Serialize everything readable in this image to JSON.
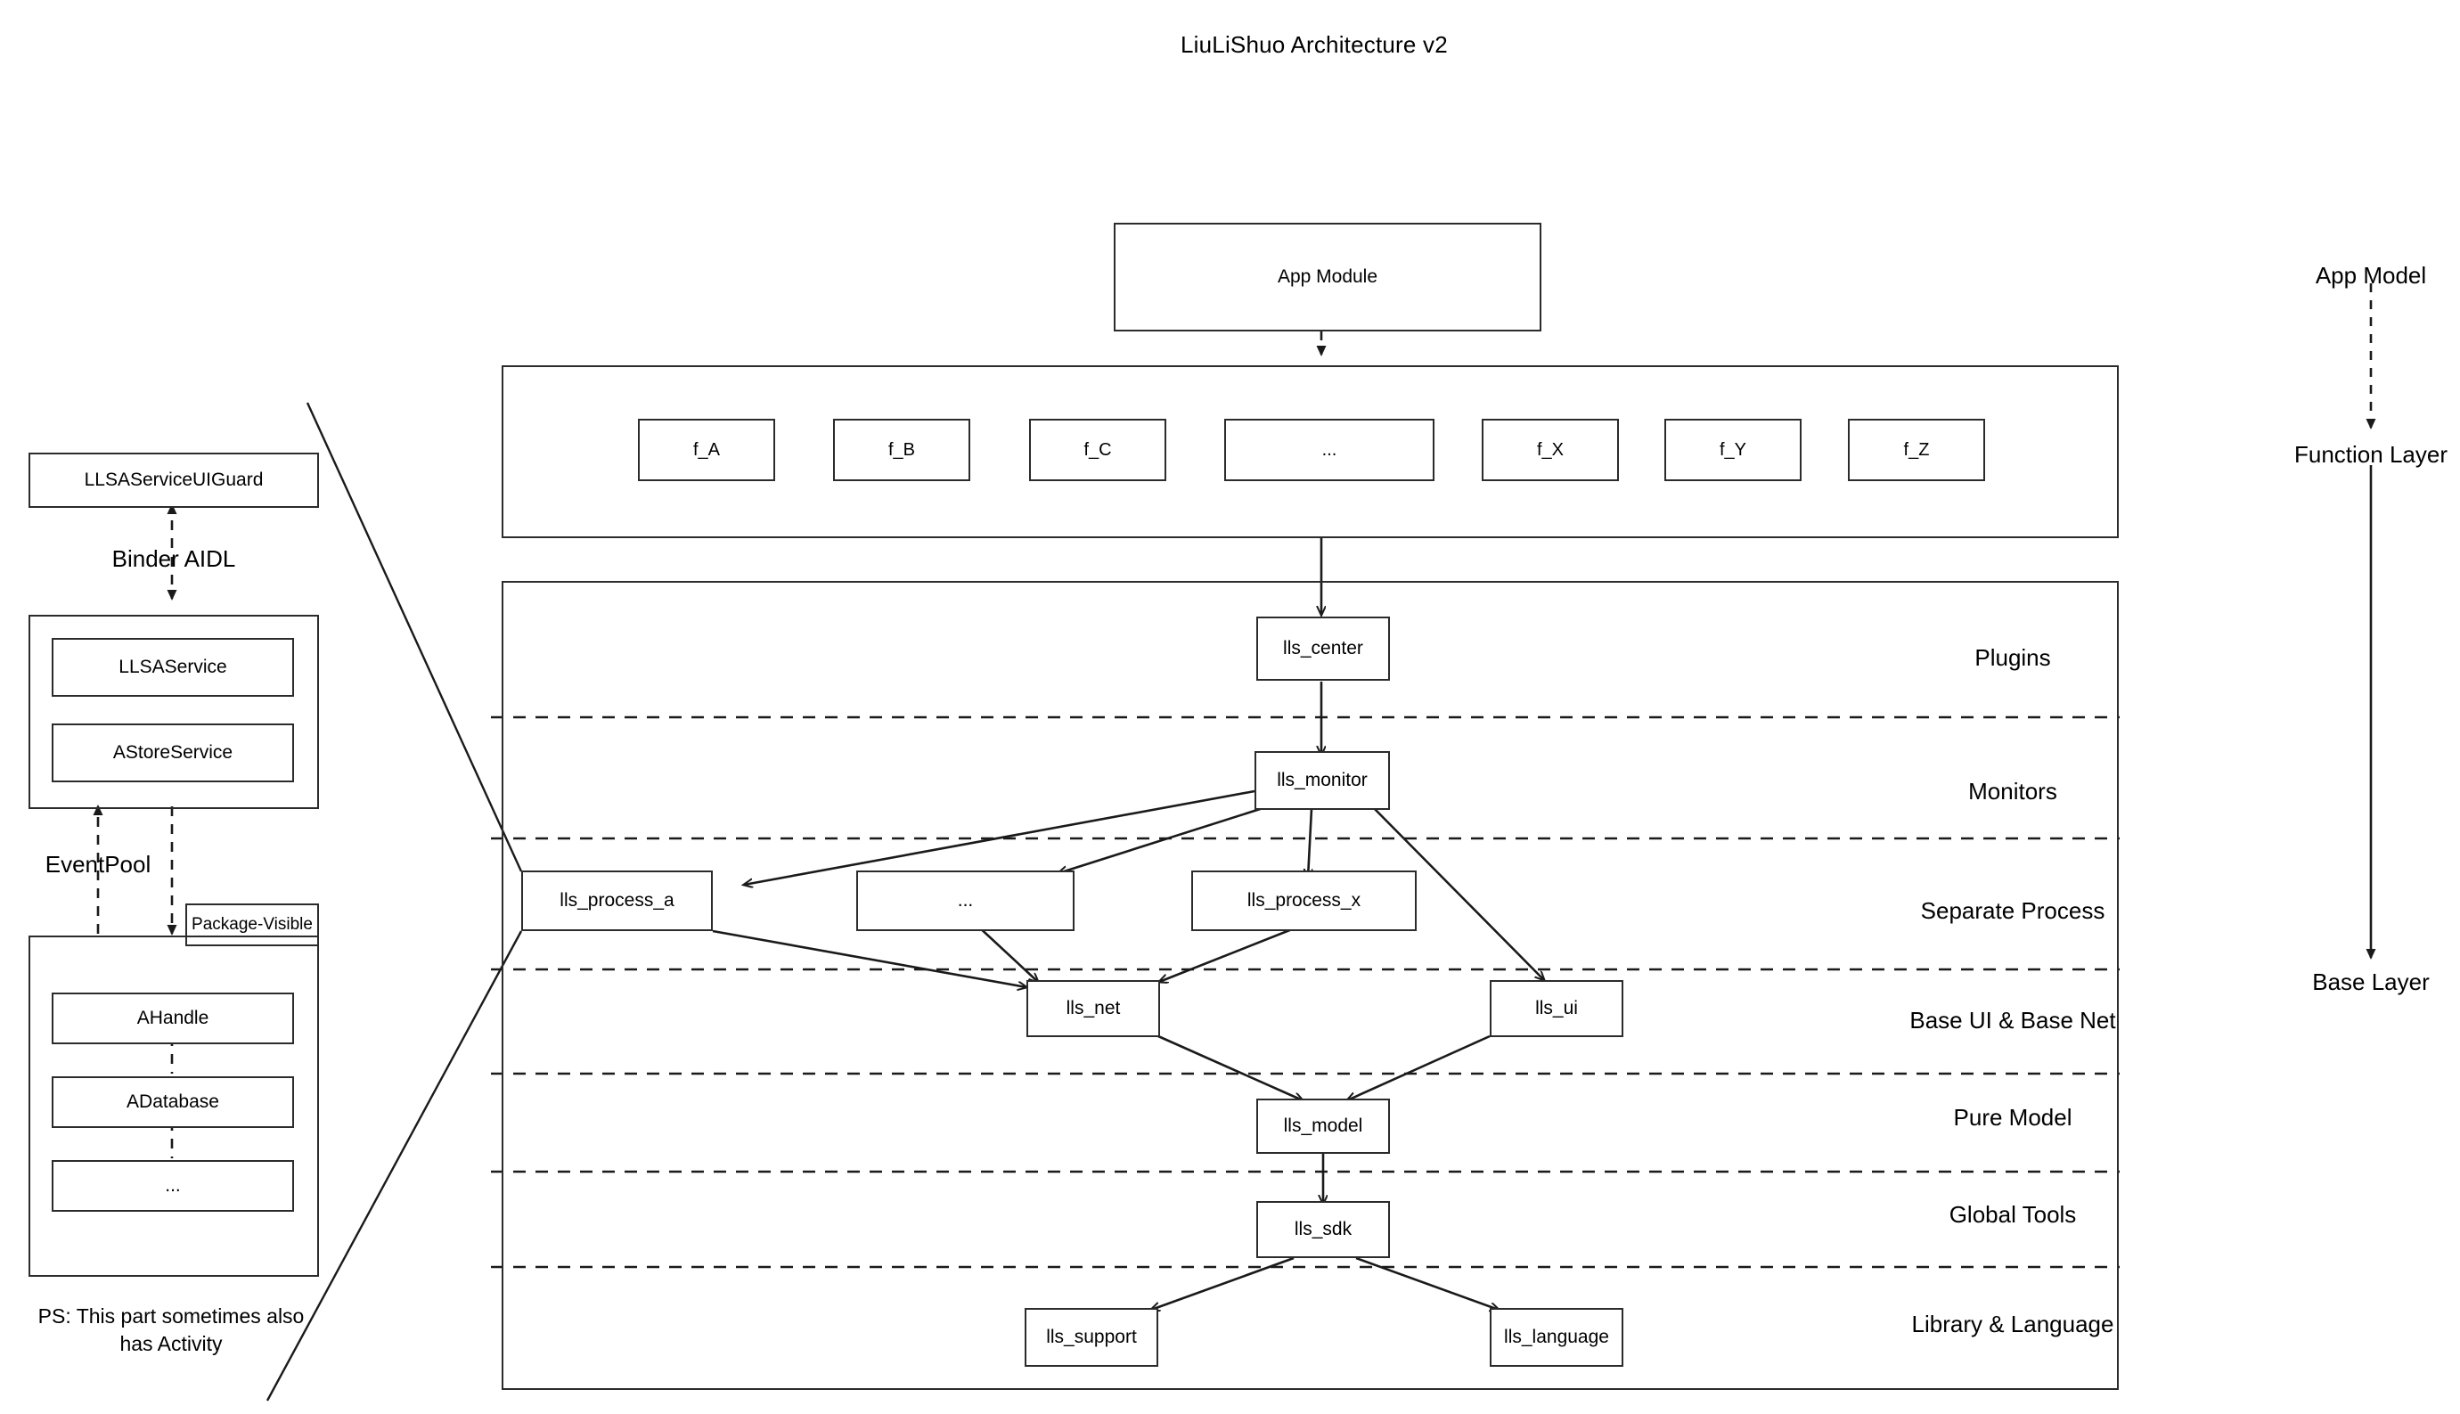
{
  "title": "LiuLiShuo Architecture v2",
  "app_module": {
    "label": "App Module"
  },
  "function_layer": {
    "boxes": [
      {
        "label": "f_A"
      },
      {
        "label": "f_B"
      },
      {
        "label": "f_C"
      },
      {
        "label": "..."
      },
      {
        "label": "f_X"
      },
      {
        "label": "f_Y"
      },
      {
        "label": "f_Z"
      }
    ]
  },
  "base_layer": {
    "layer_labels": [
      "Plugins",
      "Monitors",
      "Separate Process",
      "Base UI & Base Net",
      "Pure Model",
      "Global Tools",
      "Library & Language"
    ],
    "nodes": [
      {
        "label": "lls_center"
      },
      {
        "label": "lls_monitor"
      },
      {
        "label": "lls_process_a"
      },
      {
        "label": "..."
      },
      {
        "label": "lls_process_x"
      },
      {
        "label": "lls_net"
      },
      {
        "label": "lls_ui"
      },
      {
        "label": "lls_model"
      },
      {
        "label": "lls_sdk"
      },
      {
        "label": "lls_support"
      },
      {
        "label": "lls_language"
      }
    ]
  },
  "axis": {
    "top": "App Model",
    "middle": "Function Layer",
    "bottom": "Base Layer"
  },
  "detail_panel": {
    "guard_box": "LLSAServiceUIGuard",
    "binder_label": "Binder AIDL",
    "service_group": [
      "LLSAService",
      "AStoreService"
    ],
    "eventpool_label": "EventPool",
    "package_visible_label": "Package-Visible",
    "handle_group": [
      "AHandle",
      "ADatabase",
      "..."
    ],
    "ps_note": "PS: This part sometimes also\nhas Activity"
  },
  "colors": {
    "stroke": "#2b2b2b",
    "line": "#1a1a1a",
    "background": "#ffffff"
  }
}
